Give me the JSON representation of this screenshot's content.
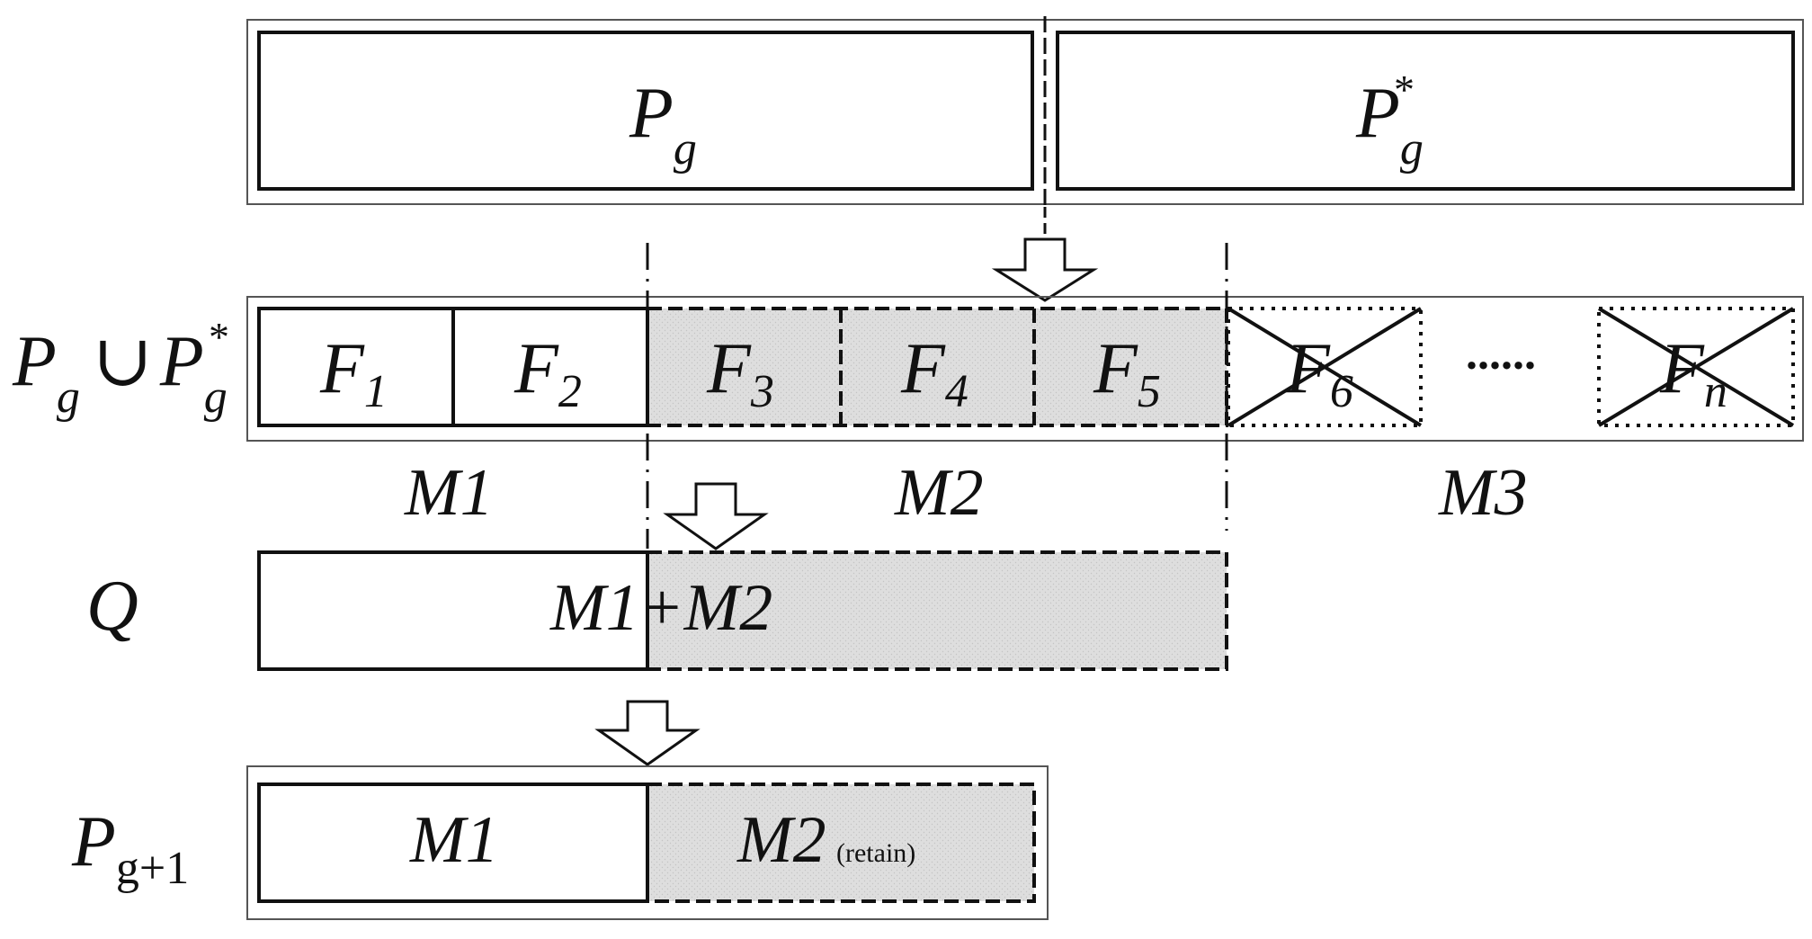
{
  "rows": {
    "top": {
      "left_box": {
        "main": "P",
        "sub": "g"
      },
      "right_box": {
        "main": "P",
        "sub": "g",
        "sup": "*"
      }
    },
    "union": {
      "label": {
        "p1": "P",
        "s1": "g",
        "op": "∪",
        "p2": "P",
        "s2": "g",
        "sup": "*"
      },
      "cells": [
        {
          "main": "F",
          "sub": "1"
        },
        {
          "main": "F",
          "sub": "2"
        },
        {
          "main": "F",
          "sub": "3"
        },
        {
          "main": "F",
          "sub": "4"
        },
        {
          "main": "F",
          "sub": "5"
        },
        {
          "main": "F",
          "sub": "6"
        },
        {
          "main": "F",
          "sub": "n"
        }
      ],
      "ellipsis": "......",
      "groups": [
        "M1",
        "M2",
        "M3"
      ]
    },
    "q": {
      "label": "Q",
      "content": "M1+M2"
    },
    "next": {
      "label": {
        "main": "P",
        "sub": "g+1"
      },
      "left": "M1",
      "right": "M2",
      "right_note": "(retain)"
    }
  },
  "colors": {
    "shade": "#d9d9d9",
    "line": "#111111",
    "frame": "#555555"
  }
}
